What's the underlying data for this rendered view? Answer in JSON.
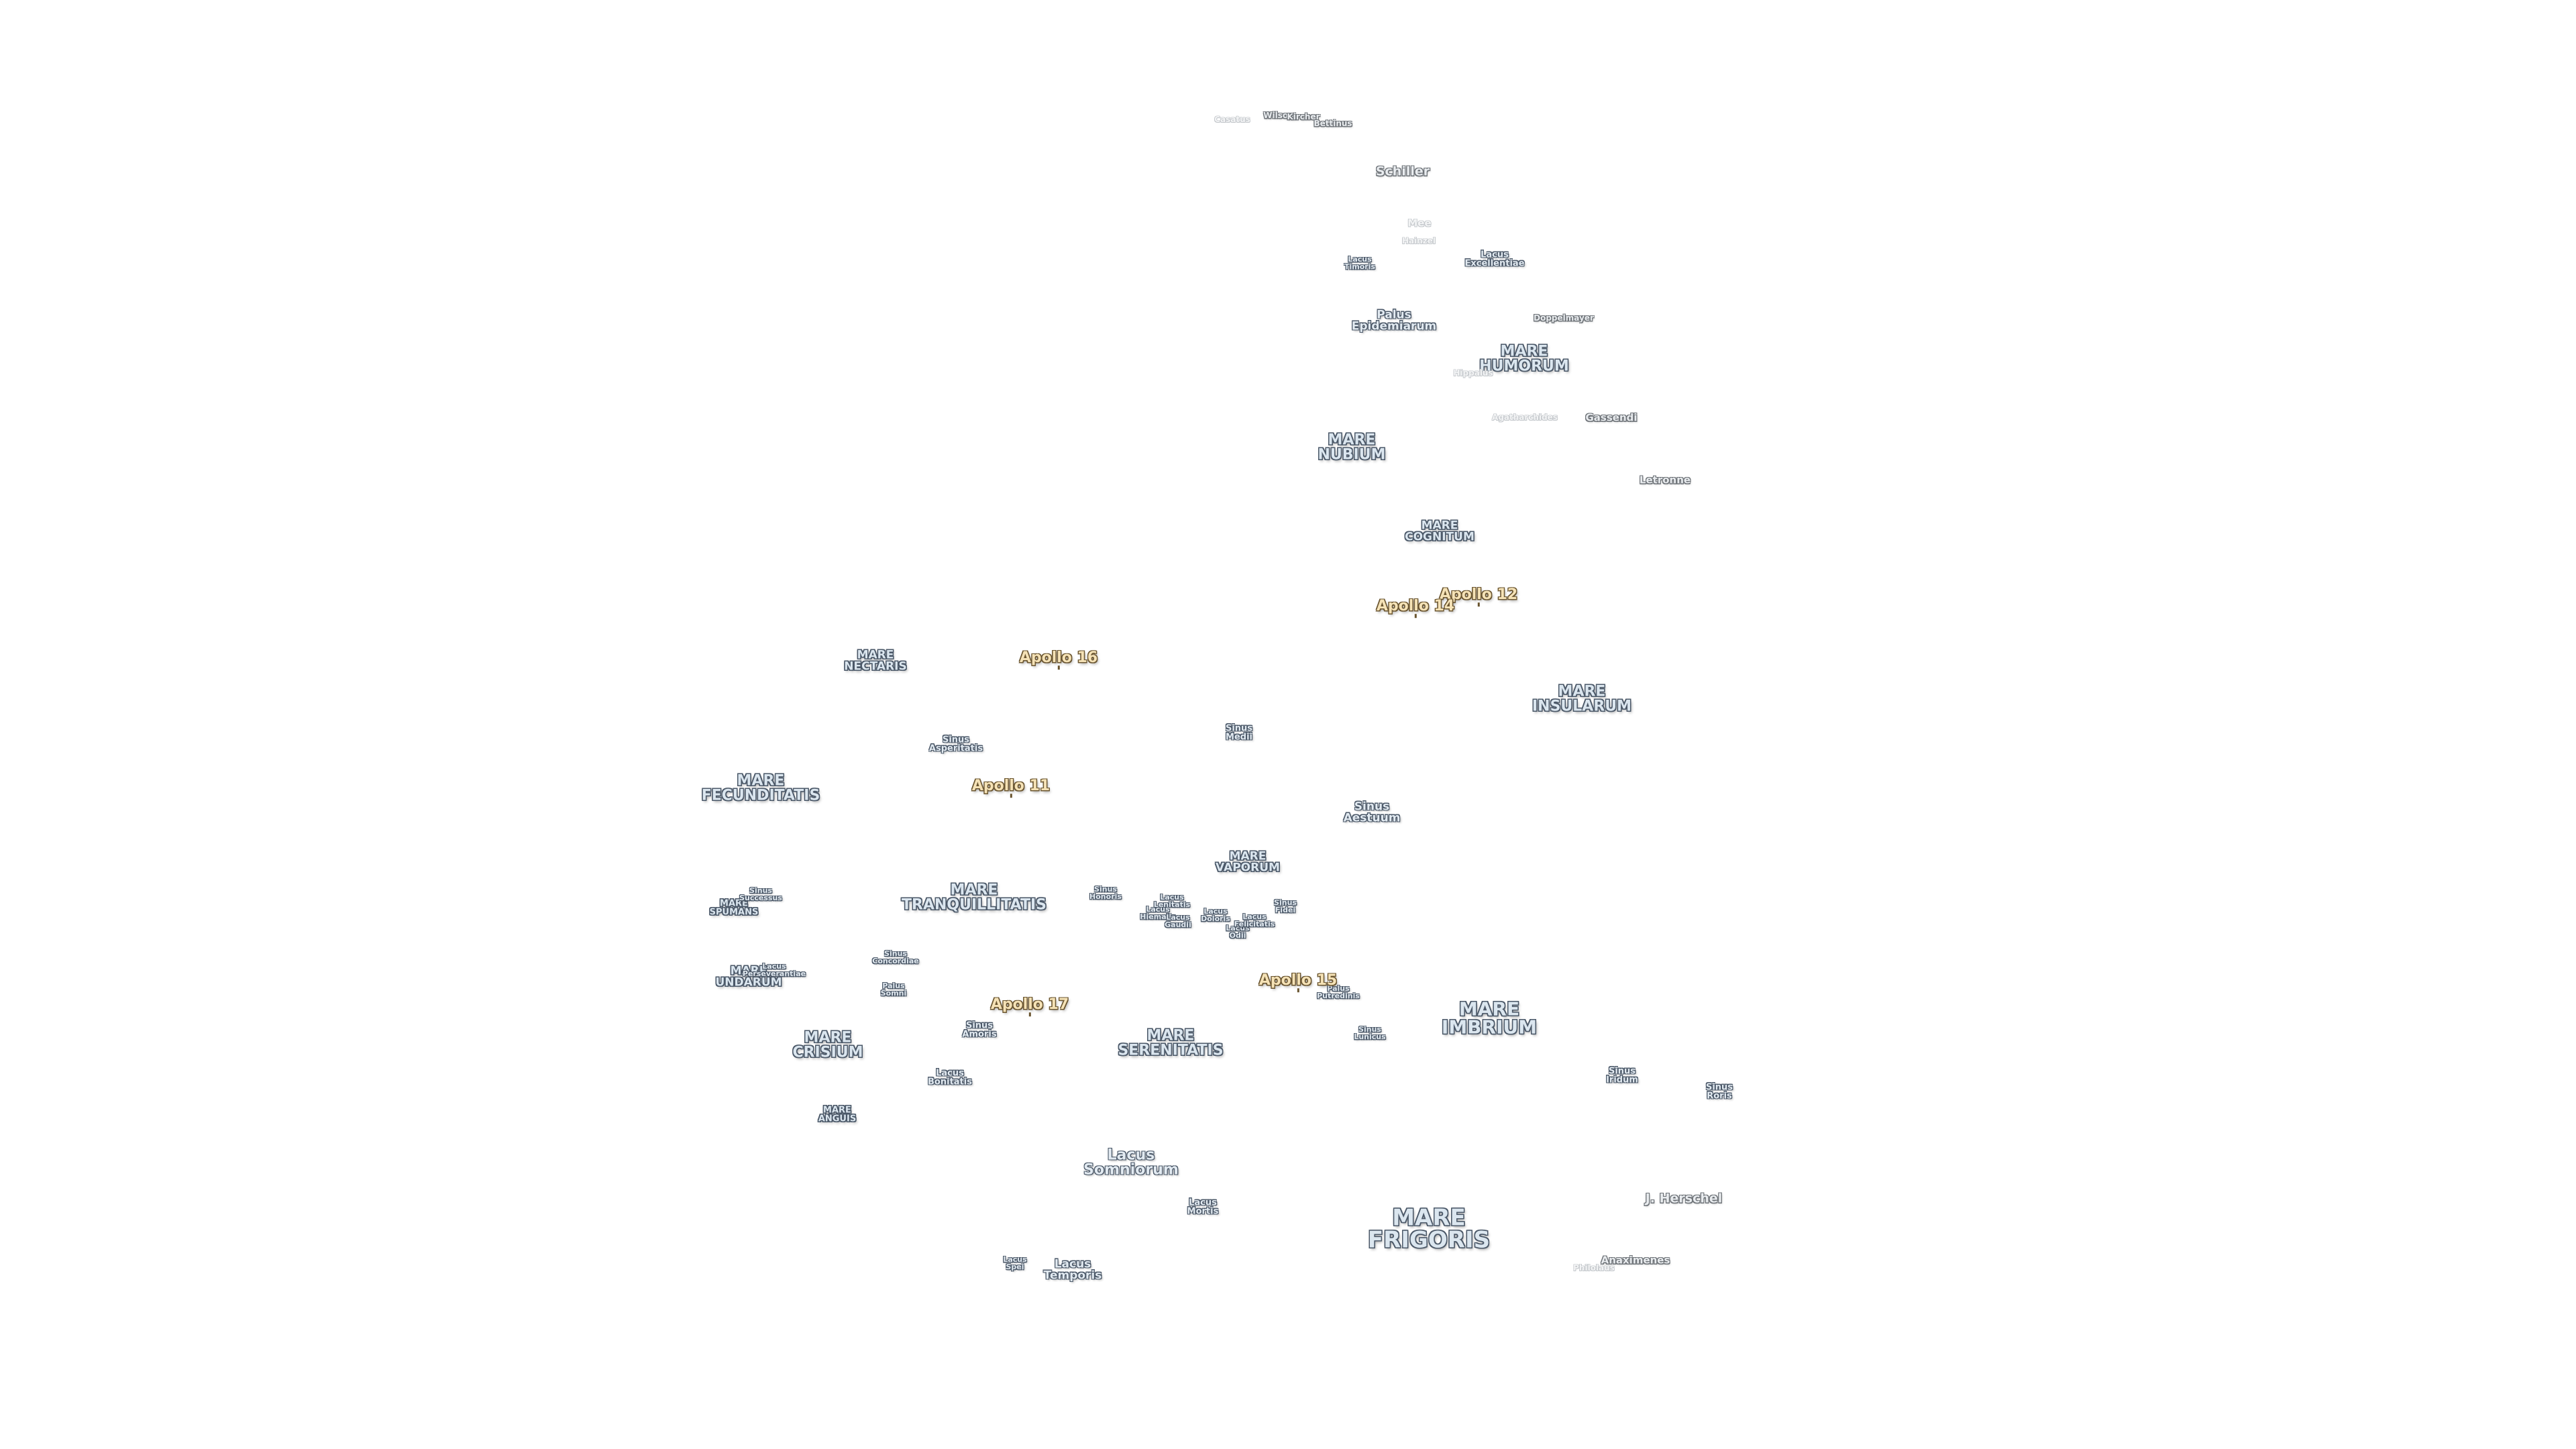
{
  "maria": [
    {
      "id": "mare-frigoris",
      "label": "MARE\nFRIGORIS"
    },
    {
      "id": "mare-imbrium",
      "label": "MARE\nIMBRIUM"
    },
    {
      "id": "mare-serenitatis",
      "label": "MARE\nSERENITATIS"
    },
    {
      "id": "mare-tranquillitatis",
      "label": "MARE\nTRANQUILLITATIS"
    },
    {
      "id": "mare-crisium",
      "label": "MARE\nCRISIUM"
    },
    {
      "id": "mare-fecunditatis",
      "label": "MARE\nFECUNDITATIS"
    },
    {
      "id": "mare-nectaris",
      "label": "MARE\nNECTARIS"
    },
    {
      "id": "mare-vaporum",
      "label": "MARE\nVAPORUM"
    },
    {
      "id": "mare-insularum",
      "label": "MARE\nINSULARUM"
    },
    {
      "id": "mare-cognitum",
      "label": "MARE\nCOGNITUM"
    },
    {
      "id": "mare-nubium",
      "label": "MARE\nNUBIUM"
    },
    {
      "id": "mare-humorum",
      "label": "MARE\nHUMORUM"
    },
    {
      "id": "mare-anguis",
      "label": "MARE\nANGUIS"
    },
    {
      "id": "mare-undarum",
      "label": "MARE\nUNDARUM"
    },
    {
      "id": "mare-spumans",
      "label": "MARE\nSPUMANS"
    }
  ],
  "features": [
    {
      "id": "lacus-somniorum",
      "label": "Lacus\nSomniorum"
    },
    {
      "id": "lacus-mortis",
      "label": "Lacus\nMortis"
    },
    {
      "id": "lacus-temporis",
      "label": "Lacus\nTemporis"
    },
    {
      "id": "lacus-spei",
      "label": "Lacus\nSpei"
    },
    {
      "id": "lacus-bonitatis",
      "label": "Lacus\nBonitatis"
    },
    {
      "id": "sinus-amoris",
      "label": "Sinus\nAmoris"
    },
    {
      "id": "palus-somni",
      "label": "Palus\nSomni"
    },
    {
      "id": "sinus-concordiae",
      "label": "Sinus\nConcordiae"
    },
    {
      "id": "lacus-perseverantiae",
      "label": "Lacus\nPerseverantiae"
    },
    {
      "id": "sinus-successus",
      "label": "Sinus\nSuccessus"
    },
    {
      "id": "sinus-asperitatis",
      "label": "Sinus\nAsperitatis"
    },
    {
      "id": "sinus-honoris",
      "label": "Sinus\nHonoris"
    },
    {
      "id": "lacus-lenitatis",
      "label": "Lacus\nLenitatis"
    },
    {
      "id": "lacus-hiemalis",
      "label": "Lacus\nHiemalis"
    },
    {
      "id": "lacus-gaudii",
      "label": "Lacus\nGaudii"
    },
    {
      "id": "lacus-doloris",
      "label": "Lacus\nDoloris"
    },
    {
      "id": "lacus-odii",
      "label": "Lacus\nOdii"
    },
    {
      "id": "lacus-felicitatis",
      "label": "Lacus\nFelicitatis"
    },
    {
      "id": "sinus-fidei",
      "label": "Sinus\nFidei"
    },
    {
      "id": "sinus-medii",
      "label": "Sinus\nMedii"
    },
    {
      "id": "sinus-aestuum",
      "label": "Sinus\nAestuum"
    },
    {
      "id": "palus-putredinis",
      "label": "Palus\nPutredinis"
    },
    {
      "id": "sinus-lunicus",
      "label": "Sinus\nLunicus"
    },
    {
      "id": "sinus-iridum",
      "label": "Sinus\nIridum"
    },
    {
      "id": "sinus-roris",
      "label": "Sinus\nRoris"
    },
    {
      "id": "palus-epidemiarum",
      "label": "Palus\nEpidemiarum"
    },
    {
      "id": "lacus-timoris",
      "label": "Lacus\nTimoris"
    },
    {
      "id": "lacus-excellentiae",
      "label": "Lacus\nExcellentiae"
    }
  ],
  "apollo": [
    {
      "id": "apollo-11",
      "label": "Apollo 11"
    },
    {
      "id": "apollo-12",
      "label": "Apollo 12"
    },
    {
      "id": "apollo-14",
      "label": "Apollo 14"
    },
    {
      "id": "apollo-15",
      "label": "Apollo 15"
    },
    {
      "id": "apollo-16",
      "label": "Apollo 16"
    },
    {
      "id": "apollo-17",
      "label": "Apollo 17"
    }
  ],
  "craters": [
    {
      "id": "j-herschel",
      "label": "J. Herschel"
    },
    {
      "id": "anaximenes",
      "label": "Anaximenes"
    },
    {
      "id": "philolaus",
      "label": "Philolaus"
    },
    {
      "id": "letronne",
      "label": "Letronne"
    },
    {
      "id": "gassendi",
      "label": "Gassendi"
    },
    {
      "id": "agatharchides",
      "label": "Agatharchides"
    },
    {
      "id": "hippalus",
      "label": "Hippalus"
    },
    {
      "id": "doppelmayer",
      "label": "Doppelmayer"
    },
    {
      "id": "mee",
      "label": "Mee"
    },
    {
      "id": "hainzel",
      "label": "Hainzel"
    },
    {
      "id": "schiller",
      "label": "Schiller"
    },
    {
      "id": "casatus",
      "label": "Casatus"
    },
    {
      "id": "wilson",
      "label": "Wilson"
    },
    {
      "id": "kircher",
      "label": "Kircher"
    },
    {
      "id": "bettinus",
      "label": "Bettinus"
    }
  ]
}
